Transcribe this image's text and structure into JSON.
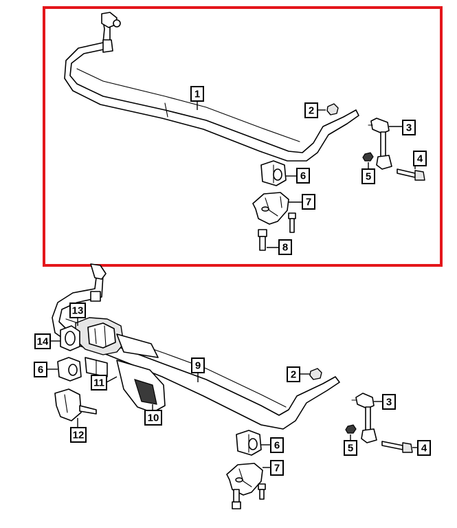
{
  "highlight_color": "#e4161b",
  "callouts": {
    "top": [
      {
        "label": "1"
      },
      {
        "label": "2"
      },
      {
        "label": "3"
      },
      {
        "label": "4"
      },
      {
        "label": "5"
      },
      {
        "label": "6"
      },
      {
        "label": "7"
      },
      {
        "label": "8"
      }
    ],
    "bottom": [
      {
        "label": "2"
      },
      {
        "label": "3"
      },
      {
        "label": "4"
      },
      {
        "label": "5"
      },
      {
        "label": "6"
      },
      {
        "label": "7"
      },
      {
        "label": "9"
      },
      {
        "label": "10"
      },
      {
        "label": "11"
      },
      {
        "label": "12"
      },
      {
        "label": "13"
      },
      {
        "label": "14"
      },
      {
        "label": "6"
      }
    ]
  }
}
